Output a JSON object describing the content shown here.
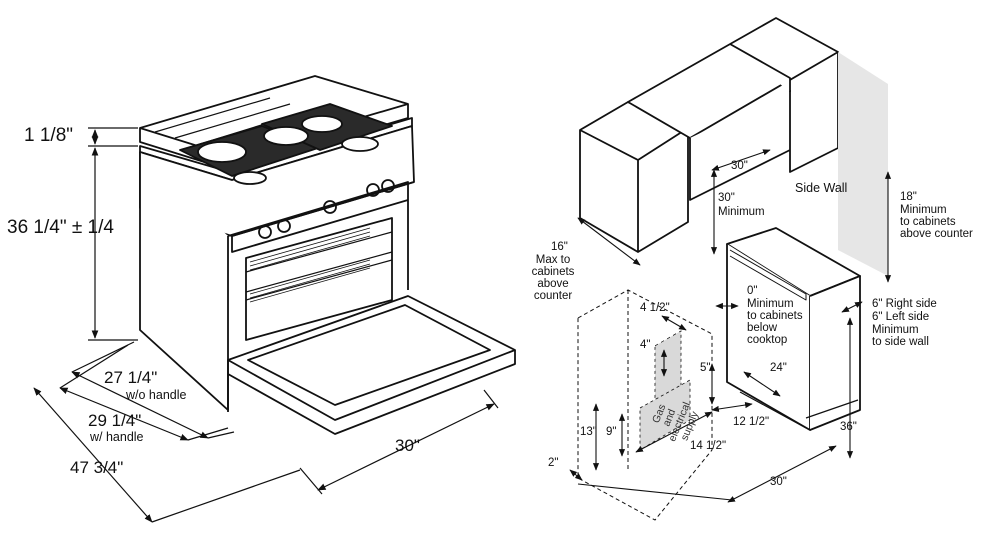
{
  "range": {
    "top_trim_height": "1 1/8\"",
    "height": "36 1/4\" ± 1/4",
    "depth_without_handle": "27 1/4\"",
    "without_handle_note": "w/o handle",
    "depth_with_handle": "29 1/4\"",
    "with_handle_note": "w/ handle",
    "depth_door_open": "47 3/4\"",
    "width": "30\""
  },
  "installation": {
    "hood_width": "30\"",
    "hood_clearance": "30\"",
    "hood_clearance_note": "Minimum",
    "side_wall_label": "Side Wall",
    "cabinet_clearance": "18\"",
    "cabinet_clearance_note": "Minimum\nto cabinets\nabove counter",
    "cabinet_depth": "16\"",
    "cabinet_depth_note": "Max to\ncabinets\nabove\ncounter",
    "cooktop_clearance": "0\"",
    "cooktop_clearance_note": "Minimum\nto cabinets\nbelow\ncooktop",
    "right_side": "6\" Right side",
    "left_side": "6\" Left side",
    "side_wall_note": "Minimum\nto side wall",
    "supply_offset": "4 1/2\"",
    "supply_height_4": "4\"",
    "supply_depth_5": "5\"",
    "counter_depth": "24\"",
    "supply_area_label": "Gas\nand\nelectrical\nsupply",
    "supply_13": "13\"",
    "supply_9": "9\"",
    "supply_12_half": "12 1/2\"",
    "supply_14_half": "14 1/2\"",
    "counter_height": "36\"",
    "floor_offset": "2\"",
    "opening_width": "30\""
  }
}
